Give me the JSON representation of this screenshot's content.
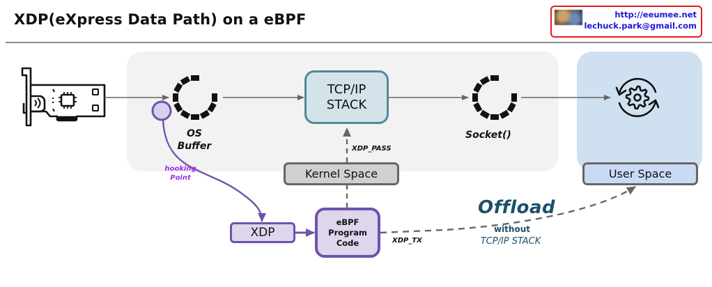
{
  "title": "XDP(eXpress Data Path) on a eBPF",
  "badge": {
    "url": "http://eeumee.net",
    "email": "lechuck.park@gmail.com",
    "border_color": "#e51a1a",
    "text_color": "#1a1ad6"
  },
  "icons": {
    "nic": "network-card-icon",
    "os_buffer": "dashed-ring-icon",
    "socket": "dashed-ring-icon",
    "user_app": "gear-sync-icon",
    "hook": "hook-point-circle"
  },
  "nodes": {
    "tcp_stack": "TCP/IP\nSTACK",
    "tcp_stack_lines": [
      "TCP/IP",
      "STACK"
    ],
    "os_buffer_lines": [
      "OS",
      "Buffer"
    ],
    "socket": "Socket()",
    "kernel_space": "Kernel Space",
    "user_space": "User Space",
    "xdp": "XDP",
    "ebpf_lines": [
      "eBPF",
      "Program",
      "Code"
    ]
  },
  "edge_labels": {
    "xdp_pass": "XDP_PASS",
    "xdp_tx": "XDP_TX",
    "hooking_lines": [
      "hooking",
      "Point"
    ],
    "offload": "Offload",
    "without": "without",
    "without_stack": "TCP/IP STACK"
  },
  "colors": {
    "kernel_area": "#f2f2f2",
    "user_area": "#cfe0f1",
    "tcp_fill": "#d4e3ea",
    "tcp_border": "#4f8a95",
    "xdp_fill": "#ddd6ec",
    "xdp_border": "#6f52ad",
    "hooking_text": "#9b30e6",
    "offload_text": "#1d5068"
  }
}
